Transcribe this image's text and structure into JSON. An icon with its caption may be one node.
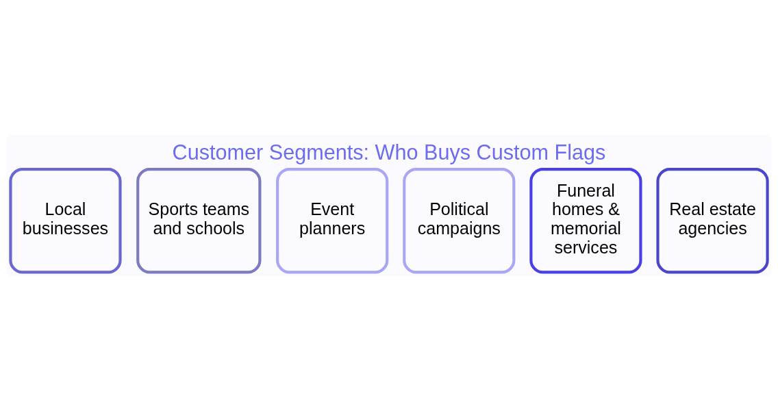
{
  "diagram": {
    "title": "Customer Segments: Who Buys Custom Flags",
    "nodes": [
      {
        "text": [
          "Local businesses"
        ]
      },
      {
        "text": [
          "Sports teams and schools"
        ]
      },
      {
        "text": [
          "Event planners"
        ]
      },
      {
        "text": [
          "Political campaigns"
        ]
      },
      {
        "text": [
          "Funeral homes & memorial services"
        ]
      },
      {
        "text": [
          "Real estate agencies"
        ]
      }
    ],
    "edges": []
  }
}
